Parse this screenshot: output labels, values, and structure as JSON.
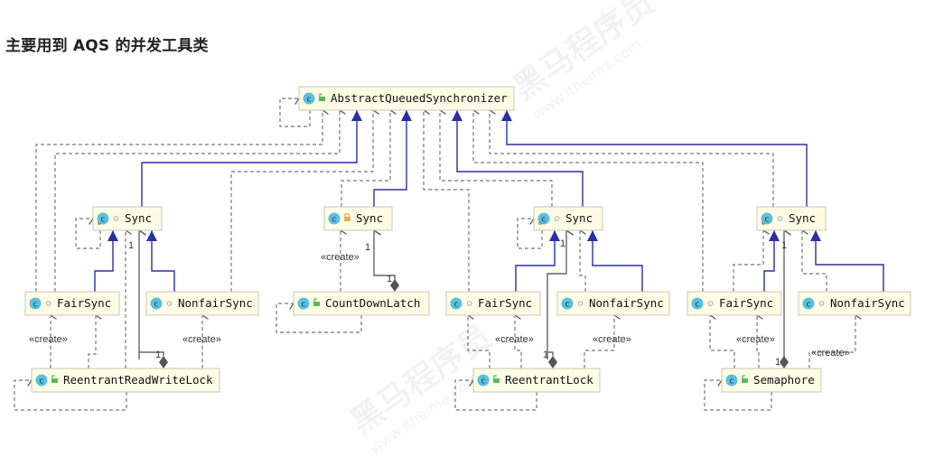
{
  "title": "主要用到 AQS 的并发工具类",
  "watermark": {
    "brand": "黑马程序员",
    "site": "www.itheima.com"
  },
  "classes": {
    "aqs": {
      "name": "AbstractQueuedSynchronizer",
      "icon": "class-icon",
      "visibility": "public"
    },
    "rrwl_sync": {
      "name": "Sync",
      "icon": "abstract-class-icon",
      "visibility": "package"
    },
    "rrwl_fair": {
      "name": "FairSync",
      "icon": "class-icon",
      "visibility": "package"
    },
    "rrwl_nonfair": {
      "name": "NonfairSync",
      "icon": "class-icon",
      "visibility": "package"
    },
    "rrwl": {
      "name": "ReentrantReadWriteLock",
      "icon": "class-icon",
      "visibility": "public"
    },
    "cdl_sync": {
      "name": "Sync",
      "icon": "class-icon",
      "visibility": "private"
    },
    "cdl": {
      "name": "CountDownLatch",
      "icon": "class-icon",
      "visibility": "public"
    },
    "rl_sync": {
      "name": "Sync",
      "icon": "abstract-class-icon",
      "visibility": "package"
    },
    "rl_fair": {
      "name": "FairSync",
      "icon": "class-icon",
      "visibility": "package"
    },
    "rl_nonfair": {
      "name": "NonfairSync",
      "icon": "class-icon",
      "visibility": "package"
    },
    "rl": {
      "name": "ReentrantLock",
      "icon": "class-icon",
      "visibility": "public"
    },
    "sem_sync": {
      "name": "Sync",
      "icon": "abstract-class-icon",
      "visibility": "package"
    },
    "sem_fair": {
      "name": "FairSync",
      "icon": "class-icon",
      "visibility": "package"
    },
    "sem_nonfair": {
      "name": "NonfairSync",
      "icon": "class-icon",
      "visibility": "package"
    },
    "sem": {
      "name": "Semaphore",
      "icon": "class-icon",
      "visibility": "public"
    }
  },
  "labels": {
    "create": "«create»",
    "multiplicity_one": "1"
  },
  "colors": {
    "box_fill": "#fdfde6",
    "inheritance": "#2b2fa6",
    "dependency": "#777777",
    "icon_class": "#5bc0de",
    "icon_public": "#5cb85c",
    "icon_private": "#f0ad4e"
  }
}
